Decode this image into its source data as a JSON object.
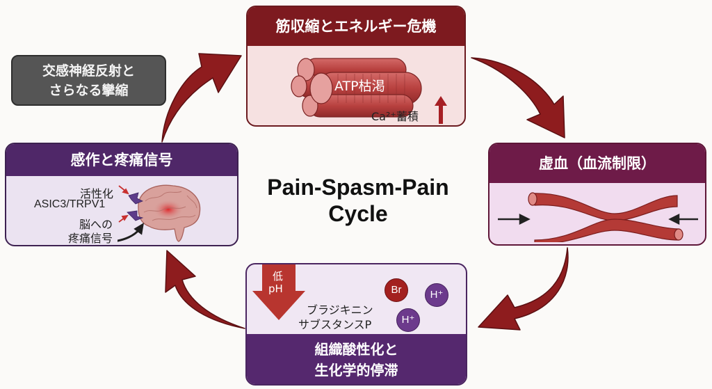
{
  "title": {
    "line1": "Pain-Spasm-Pain",
    "line2": "Cycle"
  },
  "note": {
    "line1": "交感神経反射と",
    "line2": "さらなる攣縮"
  },
  "stages": {
    "top": {
      "header": "筋収縮とエネルギー危機",
      "overlay_label": "ATP枯渇",
      "calcium_label": "Ca²⁺蓄積",
      "icon": "muscle-fiber-bundle"
    },
    "right": {
      "header": "虚血（血流制限）",
      "icon": "constricted-blood-vessel"
    },
    "bottom": {
      "header_line1": "組織酸性化と",
      "header_line2": "生化学的停滞",
      "ph_label_line1": "低",
      "ph_label_line2": "pH",
      "substance_line1": "ブラジキニン",
      "substance_line2": "サブスタンスP",
      "particles": [
        "Br",
        "H⁺",
        "H⁺"
      ]
    },
    "left": {
      "header": "感作と疼痛信号",
      "receptor_line1": "活性化",
      "receptor_line2": "ASIC3/TRPV1",
      "signal_line1": "脳への",
      "signal_line2": "疼痛信号",
      "icon": "brain"
    }
  },
  "colors": {
    "arrow": "#8e1c1e",
    "top_header": "#7d1a1f",
    "right_header": "#6e1b48",
    "bottom_header": "#55286e",
    "left_header": "#4f2768",
    "note_bg": "#555555",
    "particle_br": "#a3201f",
    "particle_h": "#6c3a8c"
  }
}
